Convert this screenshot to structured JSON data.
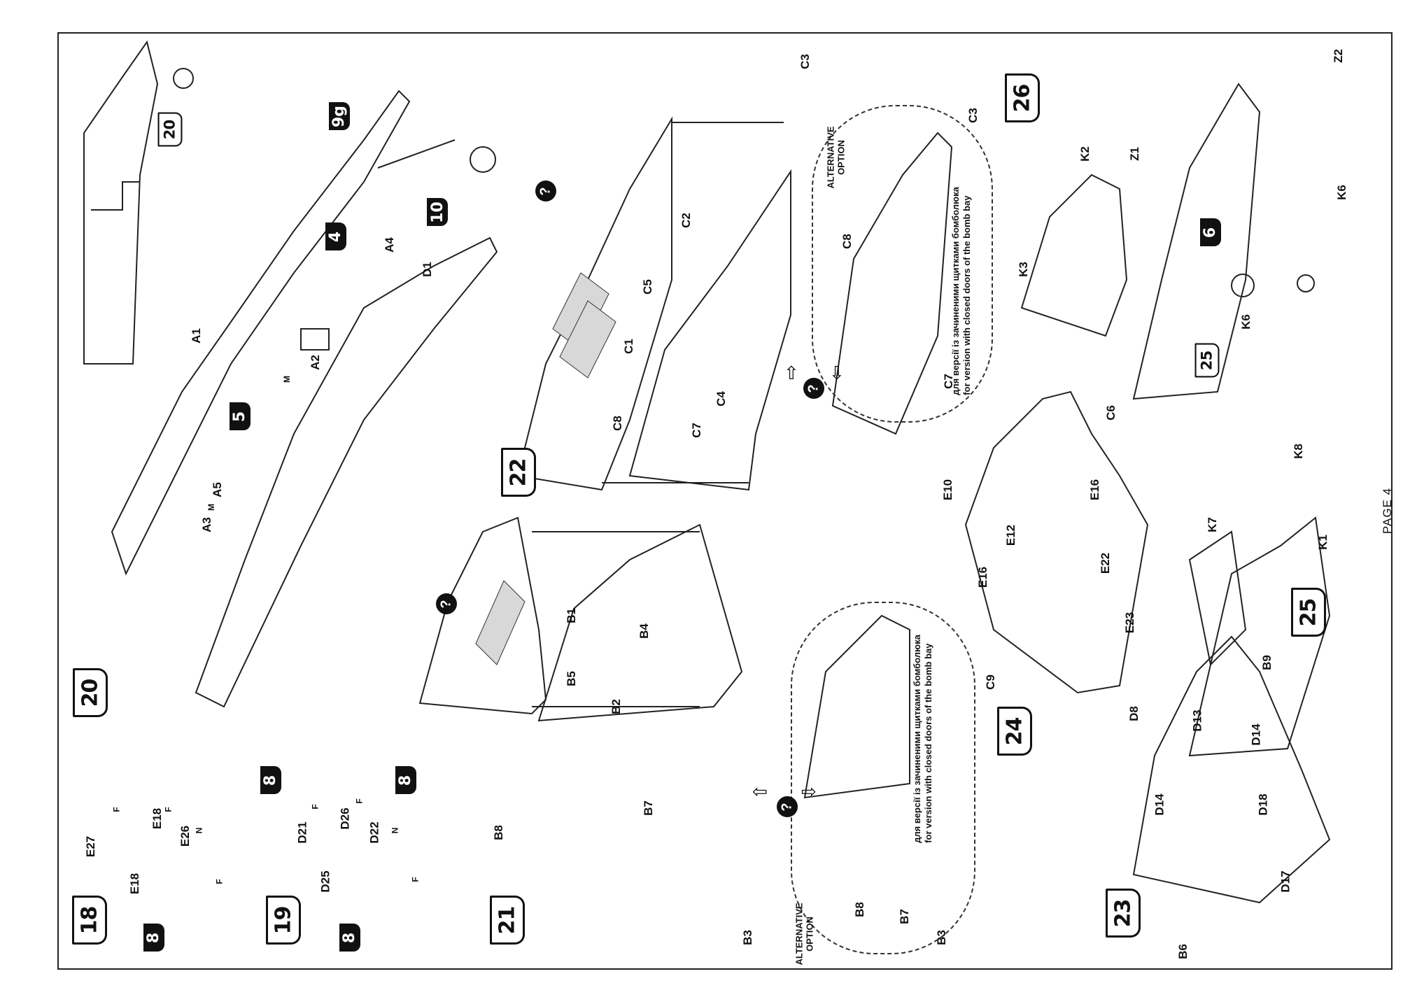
{
  "page": {
    "label": "PAGE 4"
  },
  "steps": [
    {
      "id": "step-18",
      "number": "18"
    },
    {
      "id": "step-19",
      "number": "19"
    },
    {
      "id": "step-20",
      "number": "20"
    },
    {
      "id": "step-20-small",
      "number": "20"
    },
    {
      "id": "step-21",
      "number": "21"
    },
    {
      "id": "step-22",
      "number": "22"
    },
    {
      "id": "step-23",
      "number": "23"
    },
    {
      "id": "step-24",
      "number": "24"
    },
    {
      "id": "step-25",
      "number": "25"
    },
    {
      "id": "step-25-small",
      "number": "25"
    },
    {
      "id": "step-26",
      "number": "26"
    }
  ],
  "references": {
    "r8a": "8",
    "r8b": "8",
    "r8c": "8",
    "r8d": "8",
    "r4": "4",
    "r5": "5",
    "r9g": "9g",
    "r10": "10",
    "r6": "6"
  },
  "parts": {
    "a1": "A1",
    "a2": "A2",
    "a3": "A3",
    "a4": "A4",
    "a5": "A5",
    "d1": "D1",
    "m1": "M",
    "m2": "M",
    "e27": "E27",
    "e18a": "E18",
    "e18b": "E18",
    "e26": "E26",
    "n1": "N",
    "f1": "F",
    "f2": "F",
    "f3": "F",
    "d21": "D21",
    "d26": "D26",
    "d22": "D22",
    "d25": "D25",
    "n2": "N",
    "f4": "F",
    "f5": "F",
    "f6": "F",
    "b1": "B1",
    "b2": "B2",
    "b3": "B3",
    "b3b": "B3",
    "b4": "B4",
    "b5": "B5",
    "b7": "B7",
    "b7b": "B7",
    "b8": "B8",
    "b8b": "B8",
    "c1": "C1",
    "c2": "C2",
    "c3": "C3",
    "c3b": "C3",
    "c4": "C4",
    "c5": "C5",
    "c7": "C7",
    "c7b": "C7",
    "c8": "C8",
    "c8b": "C8",
    "b6": "B6",
    "b9": "B9",
    "d8": "D8",
    "d13": "D13",
    "d14a": "D14",
    "d14b": "D14",
    "d17": "D17",
    "d18": "D18",
    "c6": "C6",
    "c9": "C9",
    "e10": "E10",
    "e12": "E12",
    "e16a": "E16",
    "e16b": "E16",
    "e22": "E22",
    "e23": "E23",
    "k1": "K1",
    "k2": "K2",
    "k3": "K3",
    "k6a": "K6",
    "k6b": "K6",
    "k7": "K7",
    "k8": "K8",
    "z1": "Z1",
    "z2": "Z2"
  },
  "alternative": {
    "title_line1": "ALTERNATIVE",
    "title_line2": "OPTION",
    "note_ua": "для версії із зачиненими щитками бомболюка",
    "note_en": "for version with closed doors of the bomb bay",
    "marker": "?"
  },
  "question_marker": "?"
}
